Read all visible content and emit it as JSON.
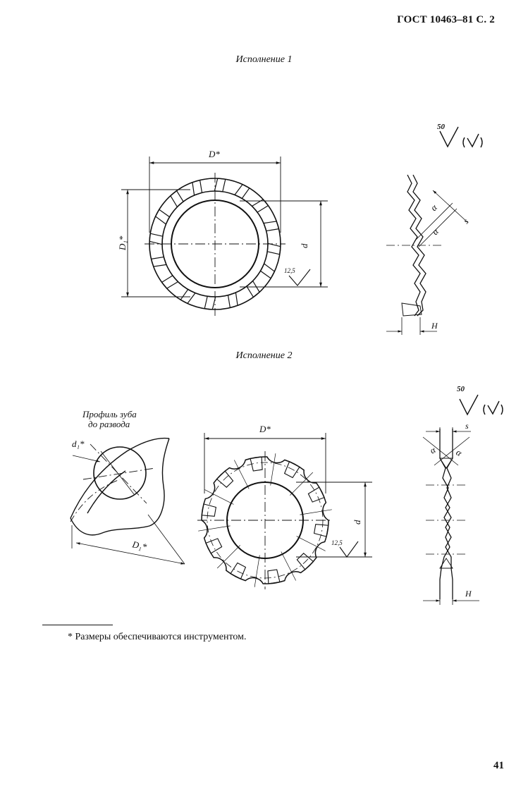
{
  "header": {
    "standard": "ГОСТ 10463–81 С. 2"
  },
  "variants": [
    {
      "caption": "Исполнение 1"
    },
    {
      "caption": "Исполнение 2"
    }
  ],
  "roughness": {
    "main": "50",
    "local_1": "12,5",
    "local_2": "12,5"
  },
  "labels": {
    "D_outer": "D*",
    "D1": "D₁*",
    "d_inner": "d",
    "s_thickness": "s",
    "H_height": "H",
    "alpha": "α",
    "d1_tooth": "d₁*",
    "tooth_profile_line1": "Профиль зуба",
    "tooth_profile_line2": "до развода"
  },
  "footnote": "* Размеры обеспечиваются инструментом.",
  "page_number": "41"
}
